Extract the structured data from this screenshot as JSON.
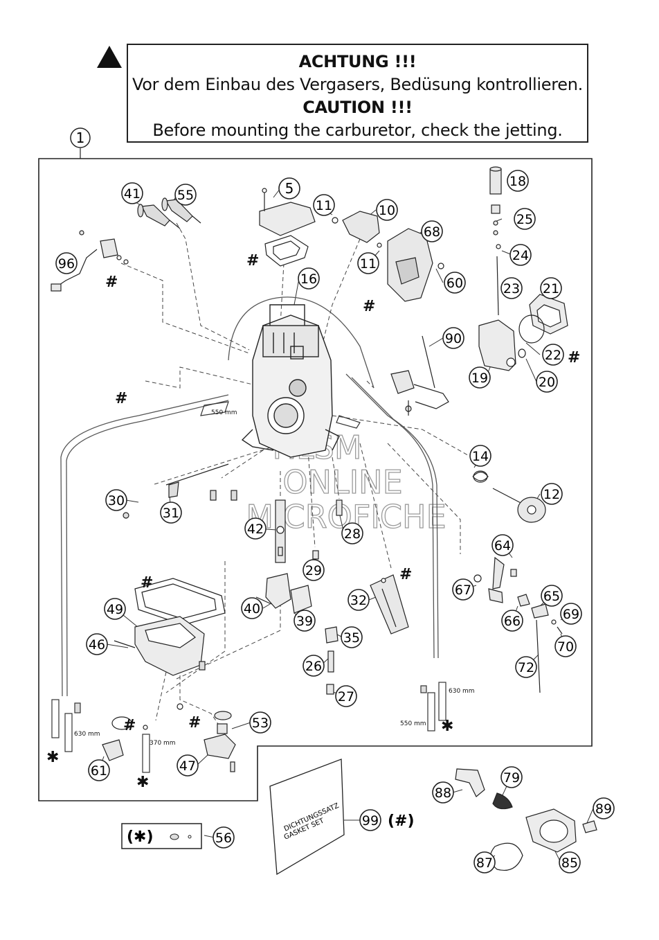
{
  "warning": {
    "heading_de": "ACHTUNG !!!",
    "text_de": "Vor dem Einbau des Vergasers, Bedüsung kontrollieren.",
    "heading_en": "CAUTION !!!",
    "text_en": "Before mounting the carburetor, check the jetting."
  },
  "assembly_callout": "1",
  "part_callouts": [
    {
      "n": "41"
    },
    {
      "n": "55"
    },
    {
      "n": "5"
    },
    {
      "n": "11"
    },
    {
      "n": "10"
    },
    {
      "n": "68"
    },
    {
      "n": "18"
    },
    {
      "n": "25"
    },
    {
      "n": "24"
    },
    {
      "n": "96"
    },
    {
      "n": "16"
    },
    {
      "n": "11"
    },
    {
      "n": "60"
    },
    {
      "n": "23"
    },
    {
      "n": "21"
    },
    {
      "n": "90"
    },
    {
      "n": "22"
    },
    {
      "n": "19"
    },
    {
      "n": "20"
    },
    {
      "n": "14"
    },
    {
      "n": "12"
    },
    {
      "n": "30"
    },
    {
      "n": "31"
    },
    {
      "n": "42"
    },
    {
      "n": "28"
    },
    {
      "n": "29"
    },
    {
      "n": "64"
    },
    {
      "n": "67"
    },
    {
      "n": "65"
    },
    {
      "n": "66"
    },
    {
      "n": "69"
    },
    {
      "n": "70"
    },
    {
      "n": "32"
    },
    {
      "n": "40"
    },
    {
      "n": "39"
    },
    {
      "n": "49"
    },
    {
      "n": "35"
    },
    {
      "n": "46"
    },
    {
      "n": "26"
    },
    {
      "n": "72"
    },
    {
      "n": "27"
    },
    {
      "n": "53"
    },
    {
      "n": "47"
    },
    {
      "n": "61"
    },
    {
      "n": "79"
    },
    {
      "n": "88"
    },
    {
      "n": "89"
    },
    {
      "n": "99"
    },
    {
      "n": "56"
    },
    {
      "n": "87"
    },
    {
      "n": "85"
    }
  ],
  "dimension_labels": {
    "hose_550_left": "550 mm",
    "hose_630_right": "630 mm",
    "hose_550_right": "550 mm",
    "hose_630_left": "630 mm",
    "hose_370": "370 mm"
  },
  "gasket_set": {
    "label_de": "DICHTUNGSSATZ",
    "label_en": "GASKET SET",
    "ref_marker": "(#)"
  },
  "marker_box": {
    "text": "(✱)"
  },
  "watermark": {
    "line1": "HLSM",
    "line2": "ONLINE",
    "line3": "MICROFICHE"
  },
  "marks": {
    "hash": "#",
    "star": "✱"
  }
}
